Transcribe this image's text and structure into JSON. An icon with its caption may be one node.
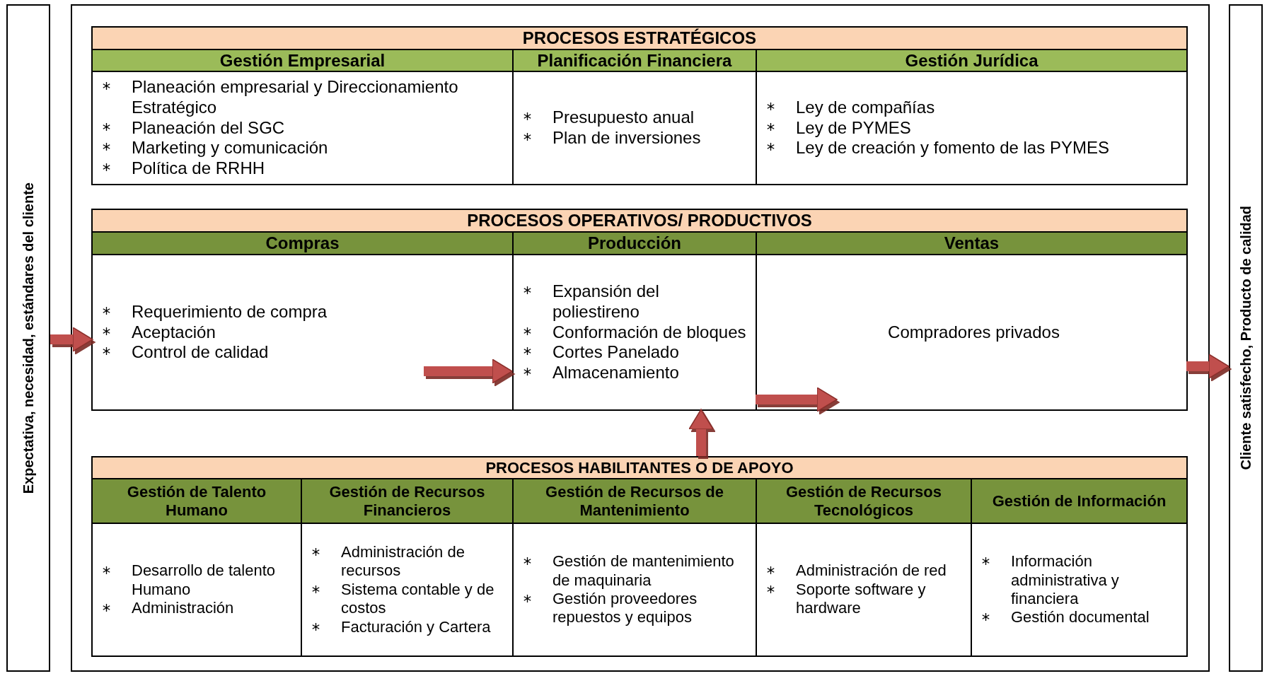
{
  "diagram": {
    "nodes": [
      {
        "text": [
          "Expectativa, necesidad, estándares del cliente"
        ]
      },
      {
        "text": [
          "PROCESOS ESTRATÉGICOS"
        ]
      },
      {
        "text": [
          "Gestión Empresarial",
          "Planeación empresarial y Direccionamiento Estratégico",
          "Planeación del SGC",
          "Marketing y comunicación",
          "Política de RRHH"
        ],
        "in": 1
      },
      {
        "text": [
          "Planificación Financiera",
          "Presupuesto anual",
          "Plan de inversiones"
        ],
        "in": 1
      },
      {
        "text": [
          "Gestión Jurídica",
          "Ley de compañías",
          "Ley de PYMES",
          "Ley de creación y fomento de las PYMES"
        ],
        "in": 1
      },
      {
        "text": [
          "PROCESOS OPERATIVOS/ PRODUCTIVOS"
        ]
      },
      {
        "text": [
          "Compras",
          "Requerimiento de compra",
          "Aceptación",
          "Control de calidad"
        ],
        "in": 5
      },
      {
        "text": [
          "Producción",
          "Expansión del poliestireno",
          "Conformación de bloques",
          "Cortes Panelado",
          "Almacenamiento"
        ],
        "in": 5
      },
      {
        "text": [
          "Ventas",
          "Compradores privados"
        ],
        "in": 5
      },
      {
        "text": [
          "PROCESOS HABILITANTES O DE APOYO"
        ]
      },
      {
        "text": [
          "Gestión de Talento Humano",
          "Desarrollo de talento Humano",
          "Administración"
        ],
        "in": 9
      },
      {
        "text": [
          "Gestión de Recursos Financieros",
          "Administración de recursos",
          "Sistema contable y de costos",
          "Facturación y Cartera"
        ],
        "in": 9
      },
      {
        "text": [
          "Gestión de Recursos de Mantenimiento",
          "Gestión de mantenimiento de maquinaria",
          "Gestión proveedores repuestos y equipos"
        ],
        "in": 9
      },
      {
        "text": [
          "Gestión de Recursos Tecnológicos",
          "Administración de red",
          "Soporte software y hardware"
        ],
        "in": 9
      },
      {
        "text": [
          "Gestión de Información",
          "Información administrativa y financiera",
          "Gestión documental"
        ],
        "in": 9
      },
      {
        "text": [
          "Cliente satisfecho, Producto de calidad"
        ]
      }
    ],
    "edges": [
      {
        "from": 0,
        "to": 6,
        "arrow": "to"
      },
      {
        "from": 6,
        "to": 7,
        "arrow": "to"
      },
      {
        "from": 7,
        "to": 8,
        "arrow": "to"
      },
      {
        "from": 8,
        "to": 15,
        "arrow": "to"
      },
      {
        "from": 9,
        "to": 7,
        "arrow": "to"
      }
    ]
  }
}
